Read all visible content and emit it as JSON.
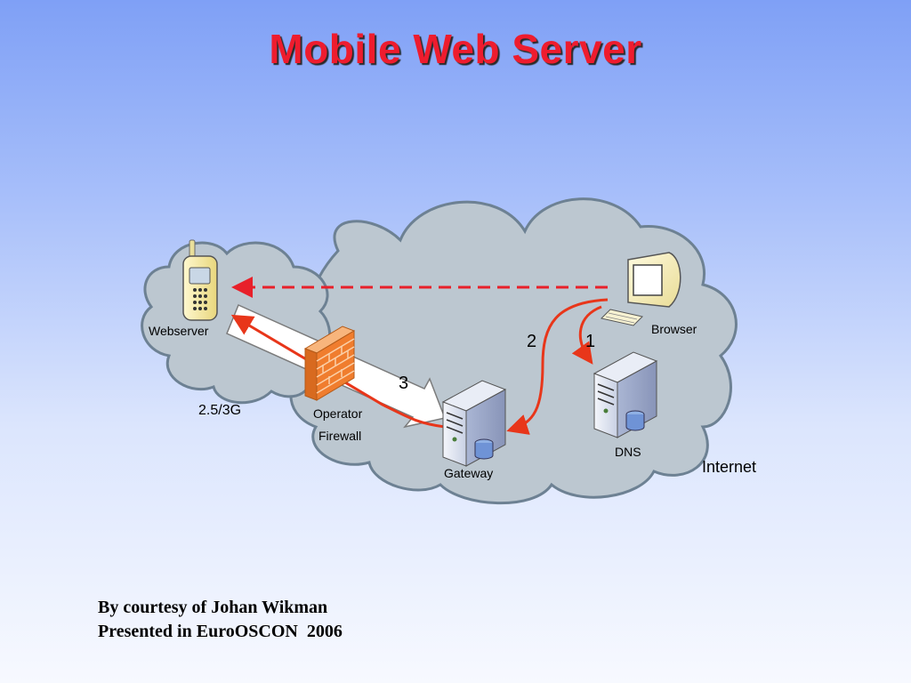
{
  "title": "Mobile Web Server",
  "nodes": {
    "webserver": "Webserver",
    "browser": "Browser",
    "dns": "DNS",
    "gateway": "Gateway",
    "firewall_line1": "Operator",
    "firewall_line2": "Firewall"
  },
  "networks": {
    "mobile": "2.5/3G",
    "internet": "Internet"
  },
  "steps": {
    "one": "1",
    "two": "2",
    "three": "3"
  },
  "credits": {
    "line1": "By courtesy of Johan Wikman",
    "line2": "Presented in EuroOSCON  2006"
  },
  "colors": {
    "title": "#ee1c2e",
    "arrow": "#e8361a",
    "dashed_arrow": "#e8202a",
    "cloud_fill": "#bcc7d0",
    "cloud_stroke": "#6d8193",
    "firewall": "#f07d2e"
  }
}
